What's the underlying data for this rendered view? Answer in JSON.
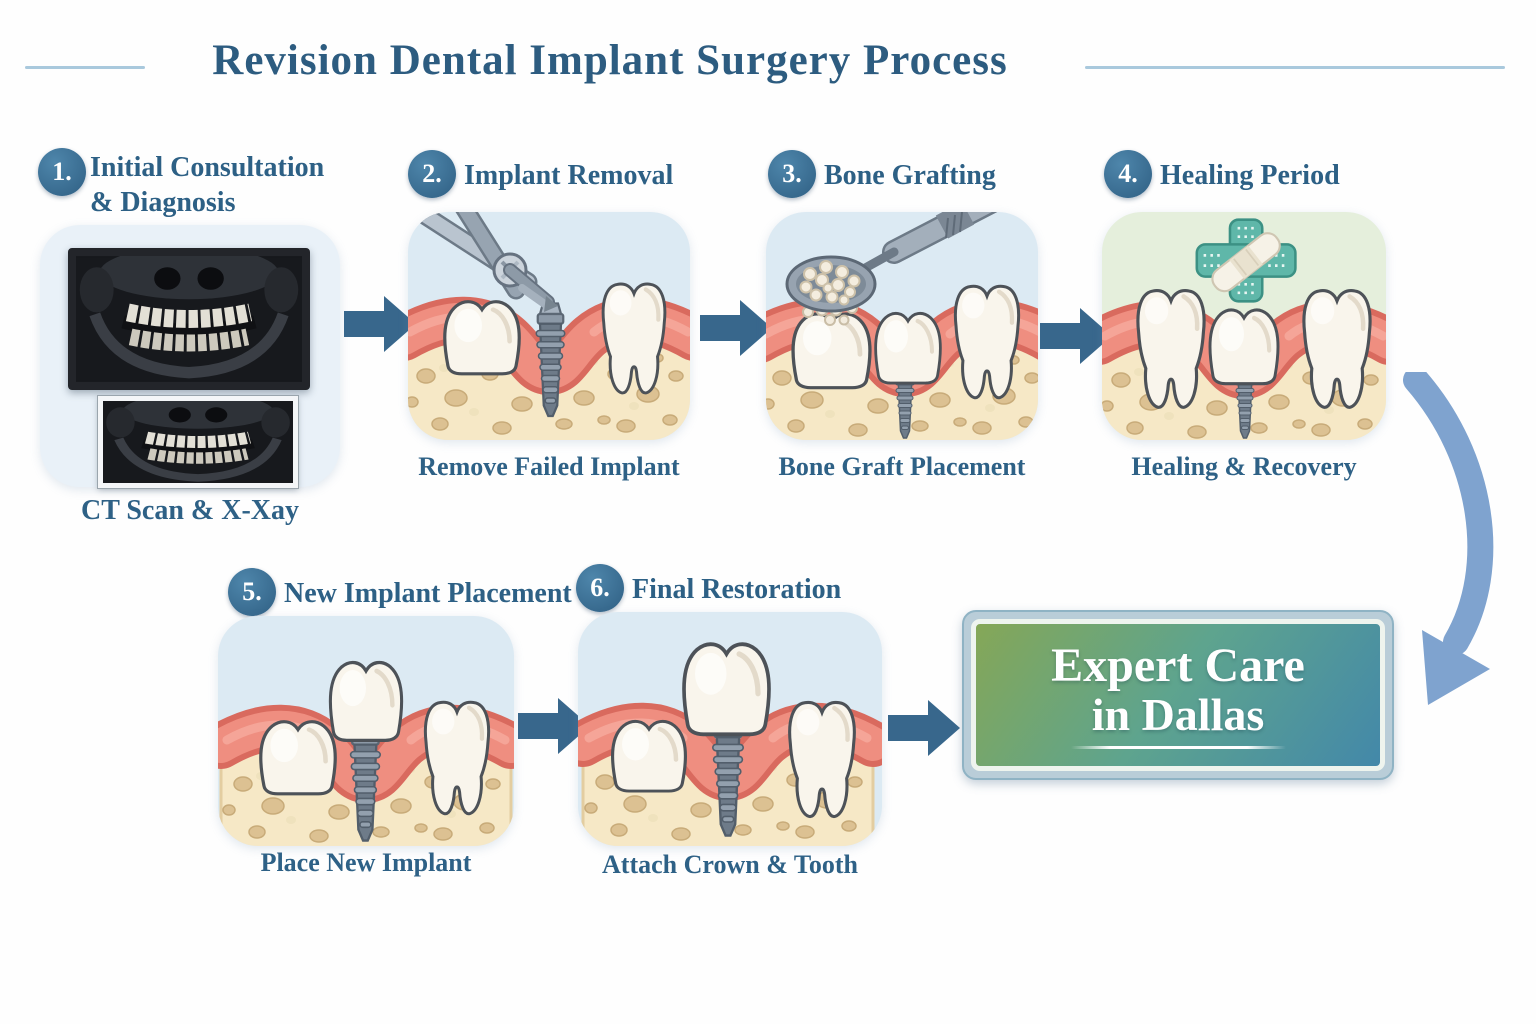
{
  "title": "Revision Dental Implant Surgery Process",
  "steps": [
    {
      "number": "1.",
      "label": "Initial Consultation & Diagnosis",
      "caption": "CT Scan & X-Xay",
      "illustration": "dental-xray-scans"
    },
    {
      "number": "2.",
      "label": "Implant Removal",
      "caption": "Remove Failed Implant",
      "illustration": "forceps-removing-failed-implant"
    },
    {
      "number": "3.",
      "label": "Bone Grafting",
      "caption": "Bone Graft Placement",
      "illustration": "bone-graft-spoon-over-tooth"
    },
    {
      "number": "4.",
      "label": "Healing Period",
      "caption": "Healing & Recovery",
      "illustration": "bandage-over-healed-implant"
    },
    {
      "number": "5.",
      "label": "New Implant Placement",
      "caption": "Place New Implant",
      "illustration": "new-implant-with-crown"
    },
    {
      "number": "6.",
      "label": "Final Restoration",
      "caption": "Attach Crown & Tooth",
      "illustration": "final-crown-on-implant"
    }
  ],
  "cta": {
    "line1": "Expert Care",
    "line2": "in Dallas"
  },
  "icons": {
    "flow_arrow": "block-arrow-right",
    "flow_arrow_curved": "curved-arrow-down",
    "healing_icon": "crossed-bandage",
    "step1_icon": "panoramic-dental-xray",
    "step2_icon": "surgical-forceps",
    "step3_icon": "graft-applicator-spoon",
    "implant_icon": "dental-implant-screw",
    "tooth_icon": "molar-tooth"
  },
  "colors": {
    "title_text": "#2d5c80",
    "divider_line": "#a9c9dd",
    "step_circle": "#3a6f94",
    "step_label": "#2d6085",
    "caption_text": "#2e6186",
    "arrow": "#38678c",
    "curved_arrow": "#7fa3cf",
    "panel_blue": "#dceaf3",
    "panel_green": "#e5efdc",
    "gum": "#ef8e80",
    "bone": "#f6e8c6",
    "banner_gradient_start": "#85a757",
    "banner_gradient_end": "#4388a9",
    "banner_text": "#ffffff"
  }
}
